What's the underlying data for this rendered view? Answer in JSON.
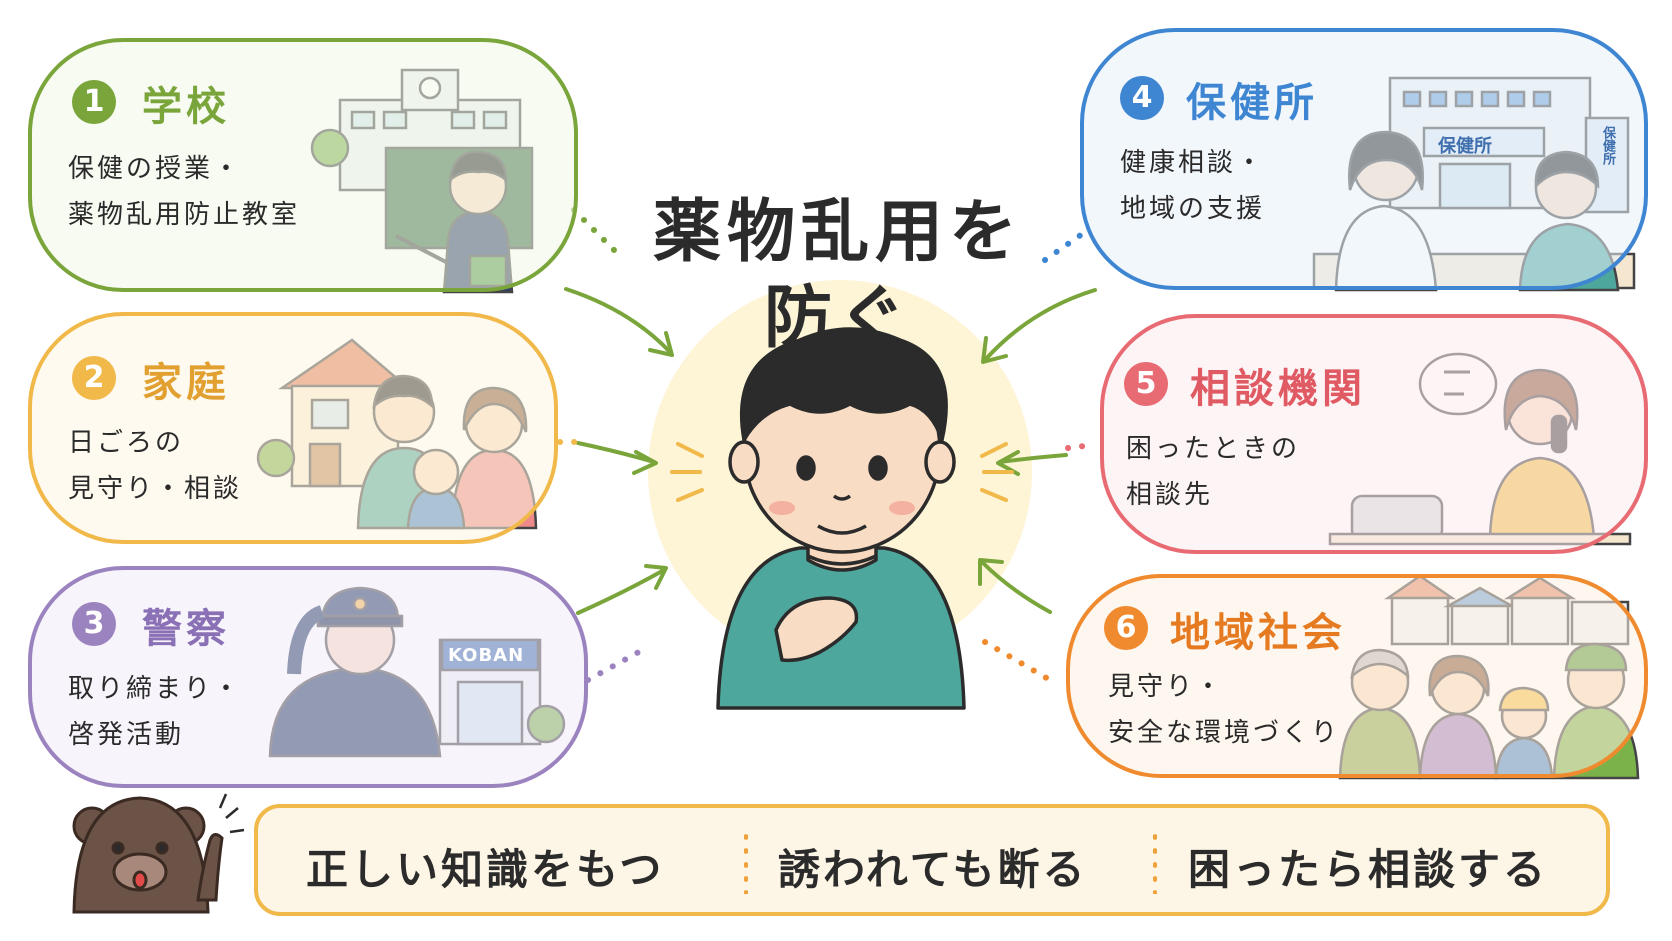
{
  "title": {
    "line1": "薬物乱用を",
    "line2": "防ぐ"
  },
  "colors": {
    "green": "#7aa53b",
    "yellow": "#f1b84a",
    "purple": "#9b83c0",
    "blue": "#3f86d2",
    "pink": "#e86b74",
    "orange": "#f08a2f"
  },
  "cards": [
    {
      "num": "1",
      "title": "学校",
      "desc1": "保健の授業・",
      "desc2": "薬物乱用防止教室",
      "icon": "school-teacher-illustration"
    },
    {
      "num": "2",
      "title": "家庭",
      "desc1": "日ごろの",
      "desc2": "見守り・相談",
      "icon": "family-house-illustration"
    },
    {
      "num": "3",
      "title": "警察",
      "desc1": "取り締まり・",
      "desc2": "啓発活動",
      "icon": "police-officer-illustration"
    },
    {
      "num": "4",
      "title": "保健所",
      "desc1": "健康相談・",
      "desc2": "地域の支援",
      "icon": "health-center-illustration"
    },
    {
      "num": "5",
      "title": "相談機関",
      "desc1": "困ったときの",
      "desc2": "相談先",
      "icon": "phone-counselor-illustration"
    },
    {
      "num": "6",
      "title": "地域社会",
      "desc1": "見守り・",
      "desc2": "安全な環境づくり",
      "icon": "community-people-illustration"
    }
  ],
  "signs": {
    "koban": "KOBAN",
    "health_center": "保健所",
    "health_center_side": "保健所"
  },
  "footer": {
    "item1": "正しい知識をもつ",
    "item2": "誘われても断る",
    "item3": "困ったら相談する"
  }
}
